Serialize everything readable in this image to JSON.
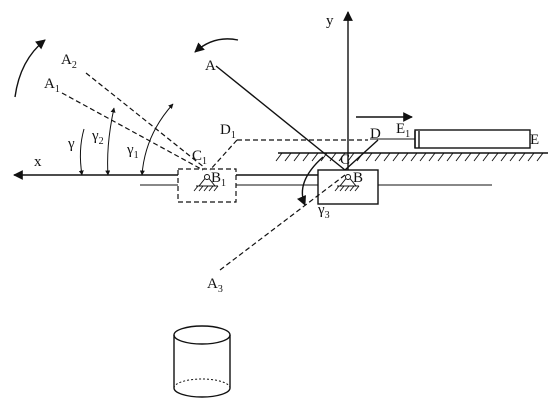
{
  "labels": {
    "A": "A",
    "A1": "A",
    "A1_sub": "1",
    "A2": "A",
    "A2_sub": "2",
    "A3": "A",
    "A3_sub": "3",
    "B": "B",
    "B1": "B",
    "B1_sub": "1",
    "C": "C",
    "C1": "C",
    "C1_sub": "1",
    "D": "D",
    "D1": "D",
    "D1_sub": "1",
    "E": "E",
    "E1": "E",
    "E1_sub": "1",
    "x": "x",
    "y": "y",
    "gamma": "γ",
    "gamma1": "γ",
    "gamma1_sub": "1",
    "gamma2": "γ",
    "gamma2_sub": "2",
    "gamma3": "γ",
    "gamma3_sub": "3"
  }
}
